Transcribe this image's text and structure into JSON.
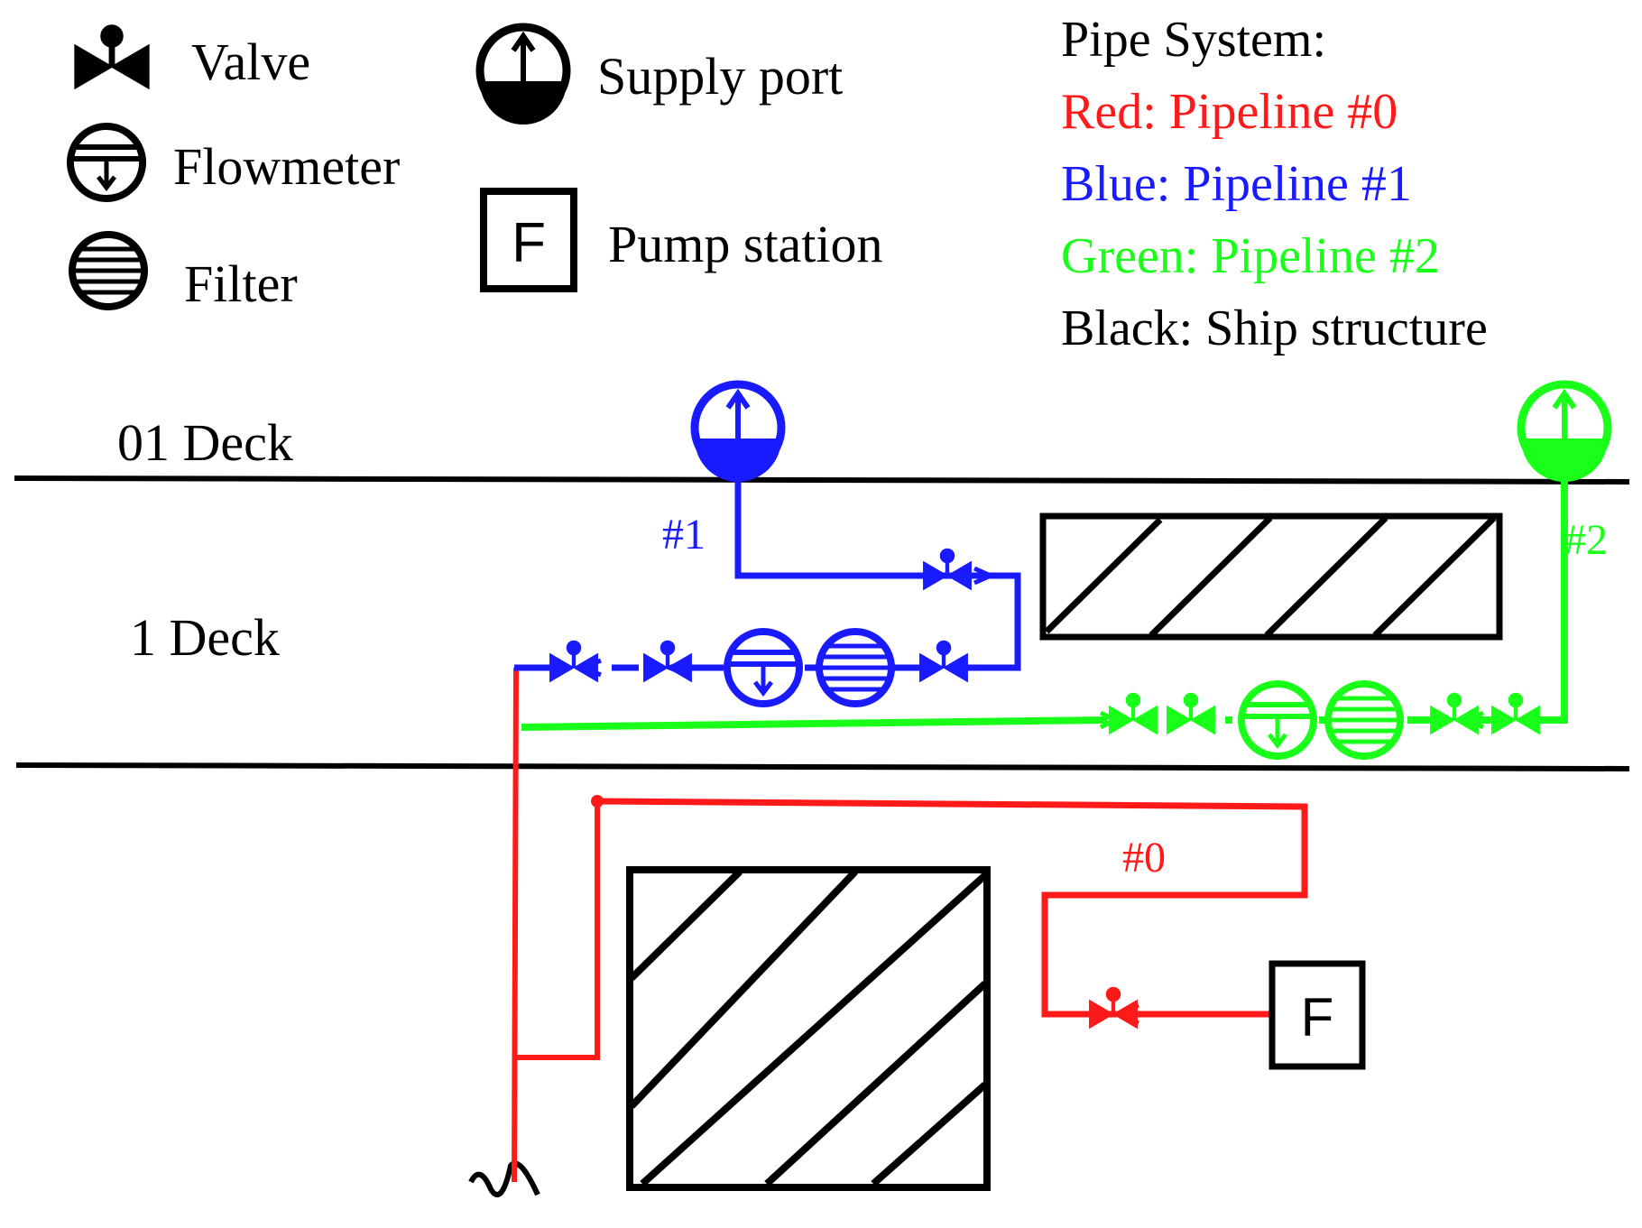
{
  "colors": {
    "pipeline0": "#ff1a1a",
    "pipeline1": "#1a1aff",
    "pipeline2": "#1aff1a",
    "structure": "#000000"
  },
  "legend": {
    "valve": "Valve",
    "flowmeter": "Flowmeter",
    "filter": "Filter",
    "supply_port": "Supply port",
    "pump_station": "Pump station",
    "pump_symbol": "F"
  },
  "pipe_system": {
    "heading": "Pipe System:",
    "red": "Red: Pipeline #0",
    "blue": "Blue: Pipeline #1",
    "green": "Green: Pipeline #2",
    "black": "Black: Ship structure"
  },
  "decks": {
    "upper": "01 Deck",
    "lower": "1 Deck"
  },
  "pipelines": {
    "p0_label": "#0",
    "p1_label": "#1",
    "p2_label": "#2"
  },
  "pump": {
    "symbol": "F"
  },
  "icons": [
    "valve-icon",
    "flowmeter-icon",
    "filter-icon",
    "supply-port-icon",
    "pump-station-icon"
  ]
}
